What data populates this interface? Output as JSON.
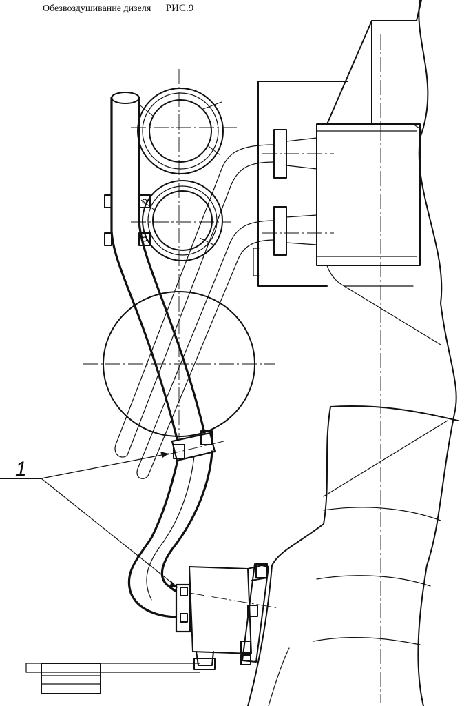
{
  "figure": {
    "caption": "Обезвоздушивание дизеля",
    "figure_label": "РИС.9",
    "callouts": [
      {
        "label": "1"
      }
    ]
  }
}
